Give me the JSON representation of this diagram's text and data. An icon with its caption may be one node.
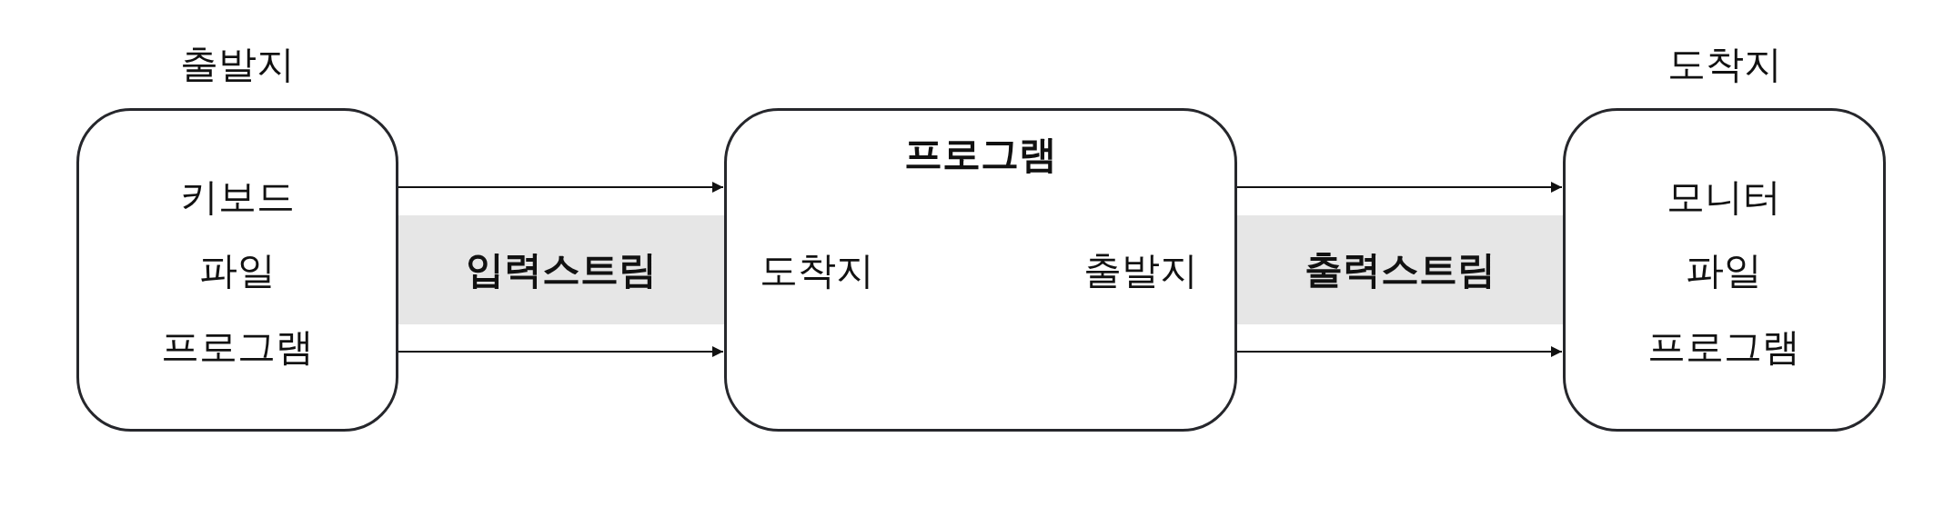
{
  "diagram": {
    "nodes": [
      {
        "text": [
          "출발지",
          "키보드",
          "파일",
          "프로그램"
        ]
      },
      {
        "text": [
          "프로그램",
          "도착지",
          "출발지"
        ]
      },
      {
        "text": [
          "도착지",
          "모니터",
          "파일",
          "프로그램"
        ]
      },
      {
        "text": [
          "입력스트림"
        ]
      },
      {
        "text": [
          "출력스트림"
        ]
      }
    ],
    "edges": [
      {
        "from": 0,
        "to": 1,
        "arrow": "to"
      },
      {
        "from": 0,
        "to": 1,
        "arrow": "to"
      },
      {
        "from": 1,
        "to": 2,
        "arrow": "to"
      },
      {
        "from": 1,
        "to": 2,
        "arrow": "to"
      }
    ]
  }
}
